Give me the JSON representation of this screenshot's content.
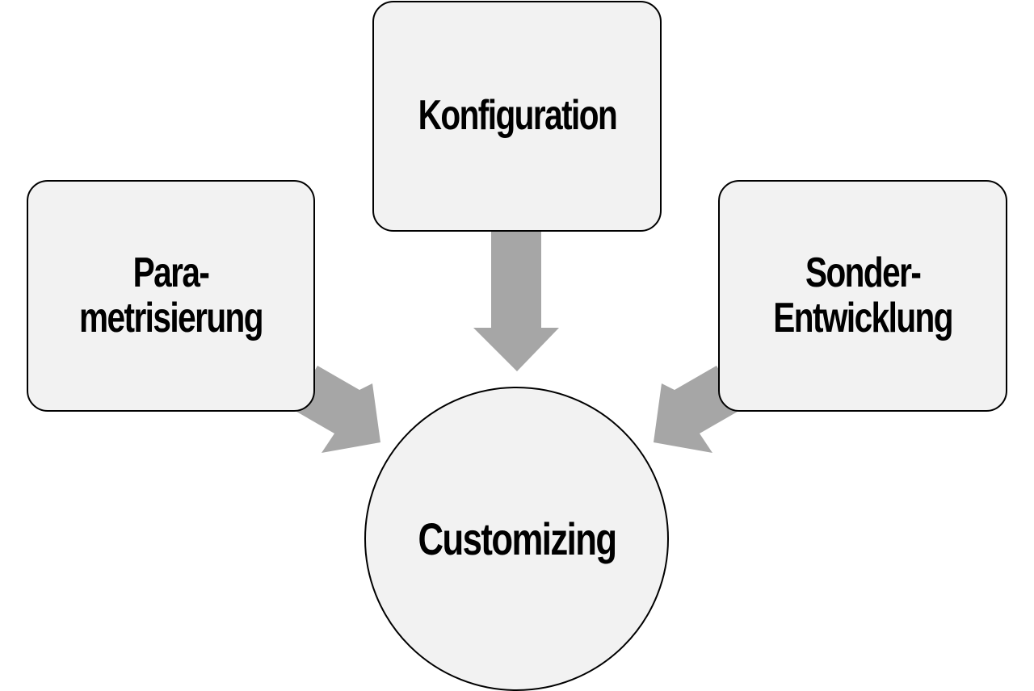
{
  "diagram": {
    "center": {
      "label": "Customizing"
    },
    "nodes": {
      "top": {
        "label": "Konfiguration"
      },
      "left": {
        "line1": "Para-",
        "line2": "metrisierung"
      },
      "right": {
        "line1": "Sonder-",
        "line2": "Entwicklung"
      }
    },
    "colors": {
      "node_fill": "#f2f2f2",
      "node_border": "#000000",
      "arrow": "#a6a6a6",
      "text": "#000000",
      "background": "#ffffff"
    }
  }
}
